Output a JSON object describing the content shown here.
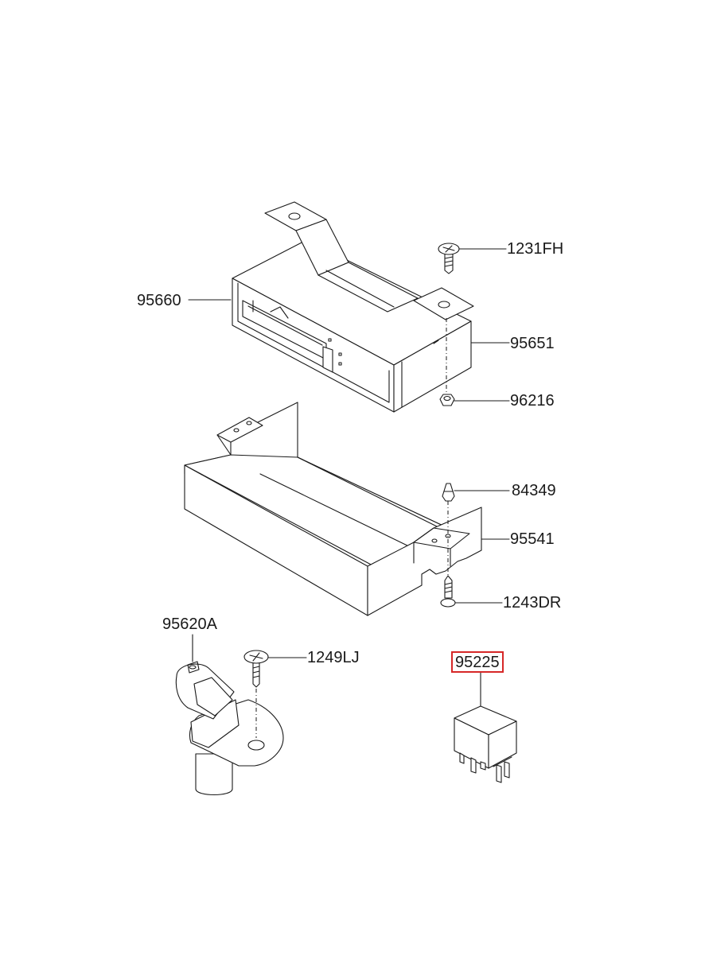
{
  "parts": {
    "p1231FH": "1231FH",
    "p95660": "95660",
    "p95651": "95651",
    "p96216": "96216",
    "p84349": "84349",
    "p95541": "95541",
    "p1243DR": "1243DR",
    "p95620A": "95620A",
    "p1249LJ": "1249LJ",
    "p95225": "95225"
  },
  "highlight": {
    "part": "95225",
    "color": "#d62828"
  }
}
